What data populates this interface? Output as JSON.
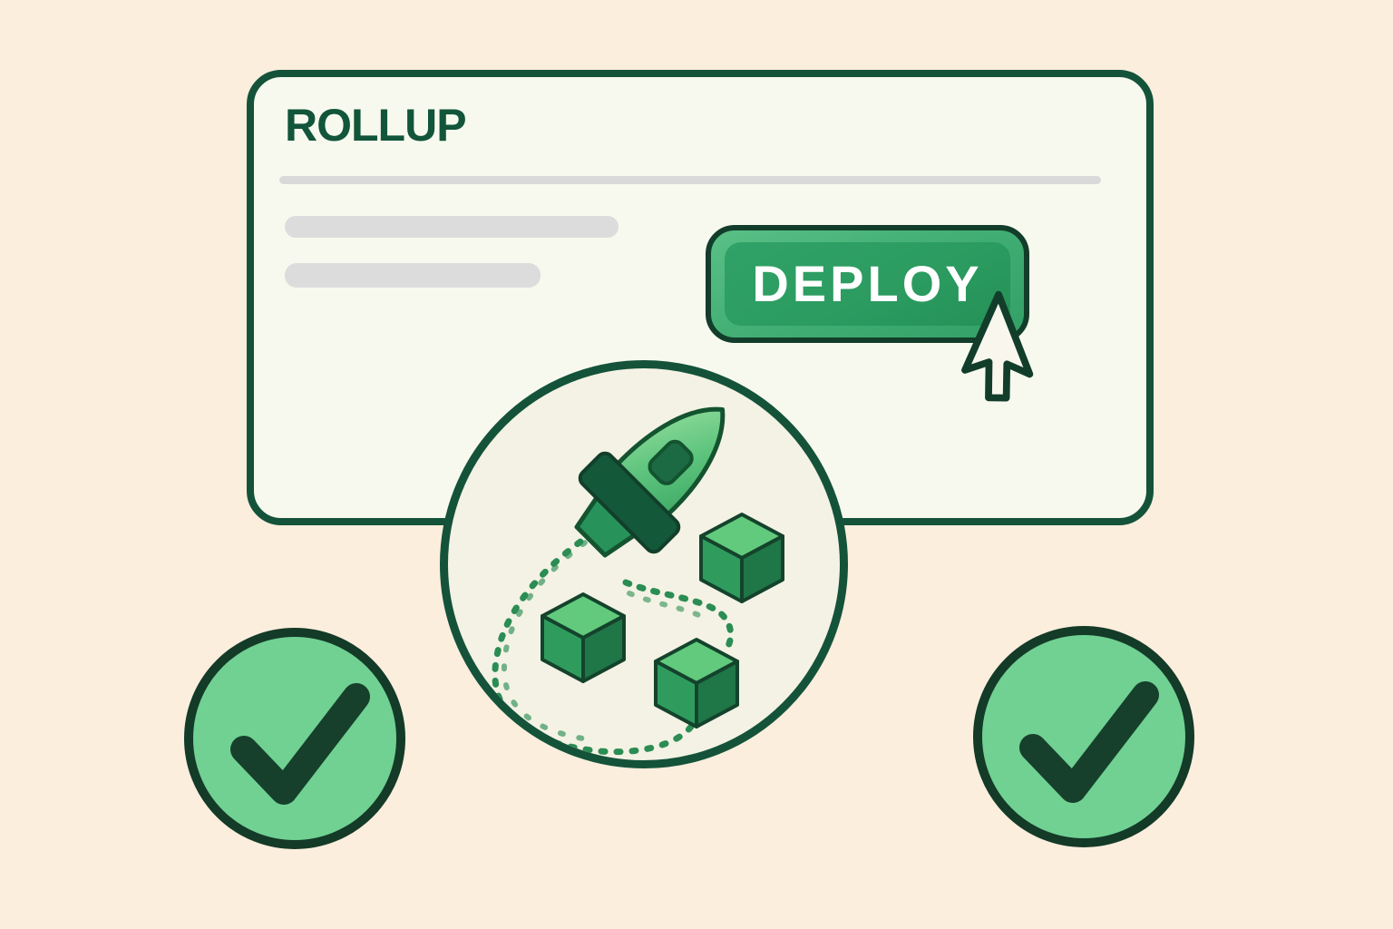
{
  "window": {
    "title": "ROLLUP",
    "deploy_button": {
      "label": "DEPLOY"
    },
    "skeleton_line_count": 2
  },
  "illustration": {
    "name": "rocket-launch-with-cubes",
    "cube_count": 3
  },
  "status_badges": {
    "left": "check-circle",
    "right": "check-circle"
  },
  "icons": {
    "cursor": "arrow-pointer-icon",
    "rocket": "rocket-icon",
    "cube": "cube-icon",
    "check": "checkmark-icon"
  },
  "colors": {
    "background": "#fbeedd",
    "card_background": "#f8f9ee",
    "outline_green": "#14533a",
    "title_green": "#12553a",
    "button_green": "#2f9e63",
    "button_bevel_green": "#4ab478",
    "button_text": "#ffffff",
    "skeleton_gray": "#dcdcdc",
    "check_fill": "#70d193",
    "check_stroke": "#16402c",
    "cube_top": "#61ca7d",
    "cube_left": "#2f9c5e",
    "cube_right": "#1f7647",
    "rocket_light_green": "#9ae2a2",
    "rocket_dark_green": "#155a3b",
    "trail_green": "#2b8d54",
    "circle_fill": "#f4f2e4"
  }
}
